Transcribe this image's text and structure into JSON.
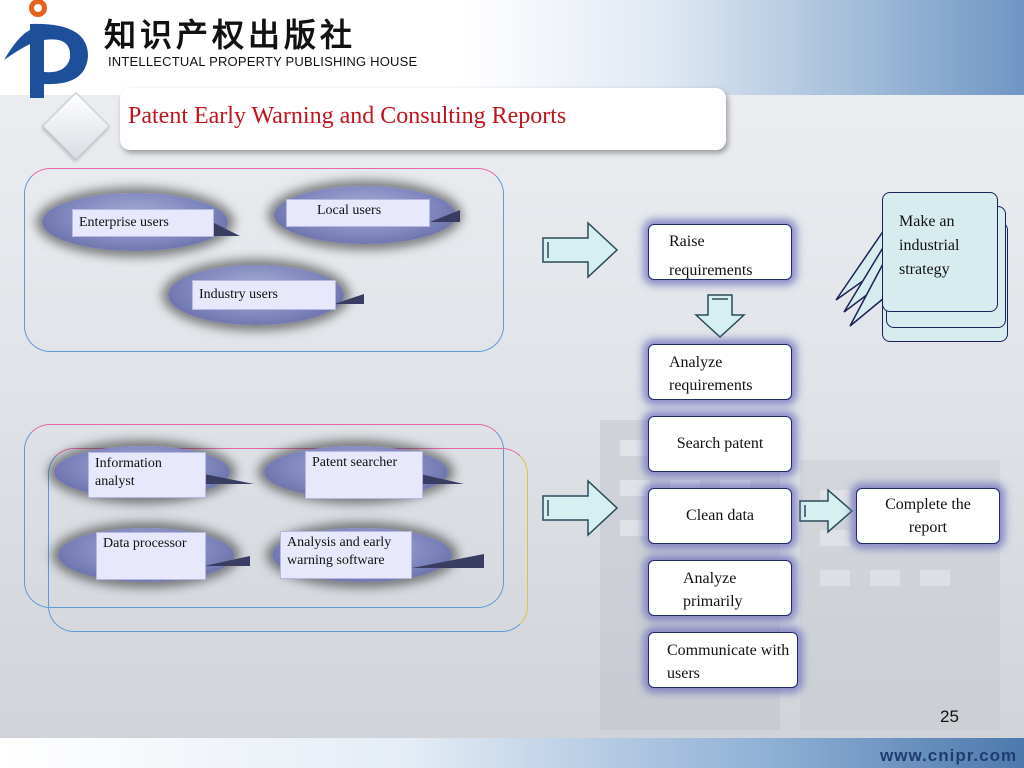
{
  "header": {
    "chinese_title": "知识产权出版社",
    "english_subtitle": "INTELLECTUAL PROPERTY PUBLISHING HOUSE",
    "logo_icon": "ip-logo-icon"
  },
  "slide": {
    "title": "Patent Early Warning and Consulting Reports",
    "page_number": "25",
    "footer_url": "www.cnipr.com"
  },
  "users_group": {
    "enterprise": "Enterprise users",
    "local": "Local users",
    "industry": "Industry users"
  },
  "resources_group": {
    "info_analyst": "Information analyst",
    "patent_searcher": "Patent searcher",
    "data_processor": "Data processor",
    "software": "Analysis and early warning software"
  },
  "flow": {
    "raise": "Raise requirements",
    "analyze_req": "Analyze requirements",
    "search": "Search patent",
    "clean": "Clean data",
    "analyze_prim": "Analyze primarily",
    "communicate": "Communicate with users",
    "complete": "Complete the report",
    "strategy": "Make an industrial strategy"
  },
  "colors": {
    "title_red": "#c0141c",
    "node_purple": "#7e85bd",
    "arrow_fill": "#d6f0f1",
    "callout_fill": "#d7ecef"
  }
}
